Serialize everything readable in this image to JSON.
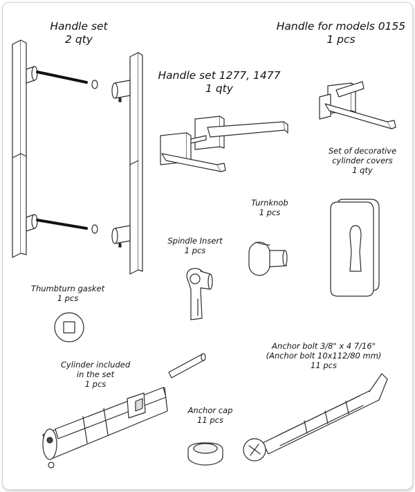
{
  "labels": {
    "handle_set": {
      "name": "Handle set",
      "qty": "2 qty"
    },
    "handle_models": {
      "name": "Handle for models 0155",
      "qty": "1 pcs"
    },
    "handle_set_1277": {
      "name": "Handle set 1277, 1477",
      "qty": "1 qty"
    },
    "decorative_covers": {
      "line1": "Set of decorative",
      "line2": "cylinder covers",
      "qty": "1 qty"
    },
    "turnknob": {
      "name": "Turnknob",
      "qty": "1 pcs"
    },
    "spindle_insert": {
      "name": "Spindle Insert",
      "qty": "1 pcs"
    },
    "thumbturn_gasket": {
      "name": "Thumbturn gasket",
      "qty": "1 pcs"
    },
    "anchor_bolt": {
      "line1": "Anchor bolt 3/8\" x 4 7/16\"",
      "line2": "(Anchor bolt 10x112/80 mm)",
      "qty": "11 pcs"
    },
    "cylinder": {
      "line1": "Cylinder included",
      "line2": "in the set",
      "qty": "1 pcs"
    },
    "anchor_cap": {
      "name": "Anchor cap",
      "qty": "11 pcs"
    }
  },
  "colors": {
    "line": "#2a2a2a",
    "frame_border": "#d2d2d2",
    "background": "#ffffff"
  }
}
